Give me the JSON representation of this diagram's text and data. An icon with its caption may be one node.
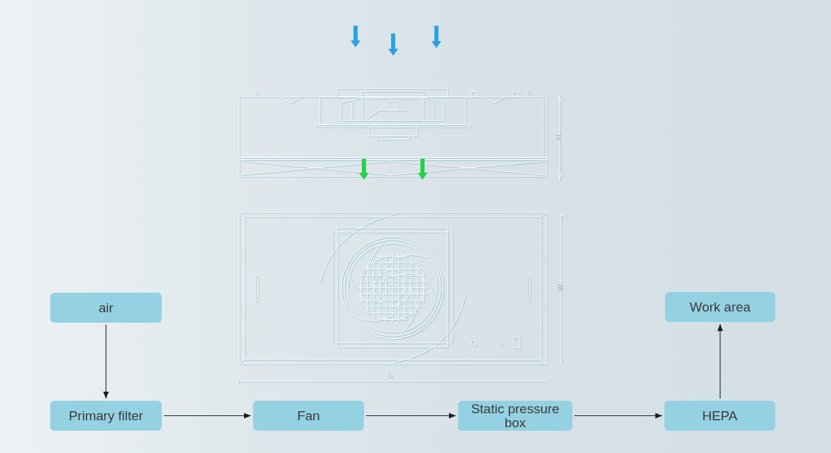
{
  "diagram": {
    "nodes": [
      {
        "text": [
          "air"
        ]
      },
      {
        "text": [
          "Primary filter"
        ]
      },
      {
        "text": [
          "Fan"
        ]
      },
      {
        "text": [
          "Static pressure box"
        ]
      },
      {
        "text": [
          "HEPA"
        ]
      },
      {
        "text": [
          "Work area"
        ]
      }
    ],
    "edges": [
      {
        "from": 0,
        "to": 1,
        "arrow": "to"
      },
      {
        "from": 1,
        "to": 2,
        "arrow": "to"
      },
      {
        "from": 2,
        "to": 3,
        "arrow": "to"
      },
      {
        "from": 3,
        "to": 4,
        "arrow": "to"
      },
      {
        "from": 4,
        "to": 5,
        "arrow": "to"
      }
    ],
    "labels": [
      "H",
      "W",
      "L"
    ]
  }
}
